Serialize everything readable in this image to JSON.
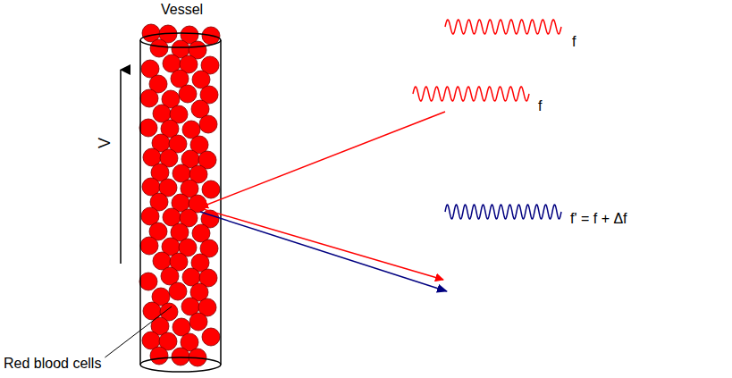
{
  "diagram": {
    "labels": [
      "Vessel",
      "V",
      "f",
      "f",
      "f' = f + Δf",
      "Red blood cells"
    ]
  }
}
